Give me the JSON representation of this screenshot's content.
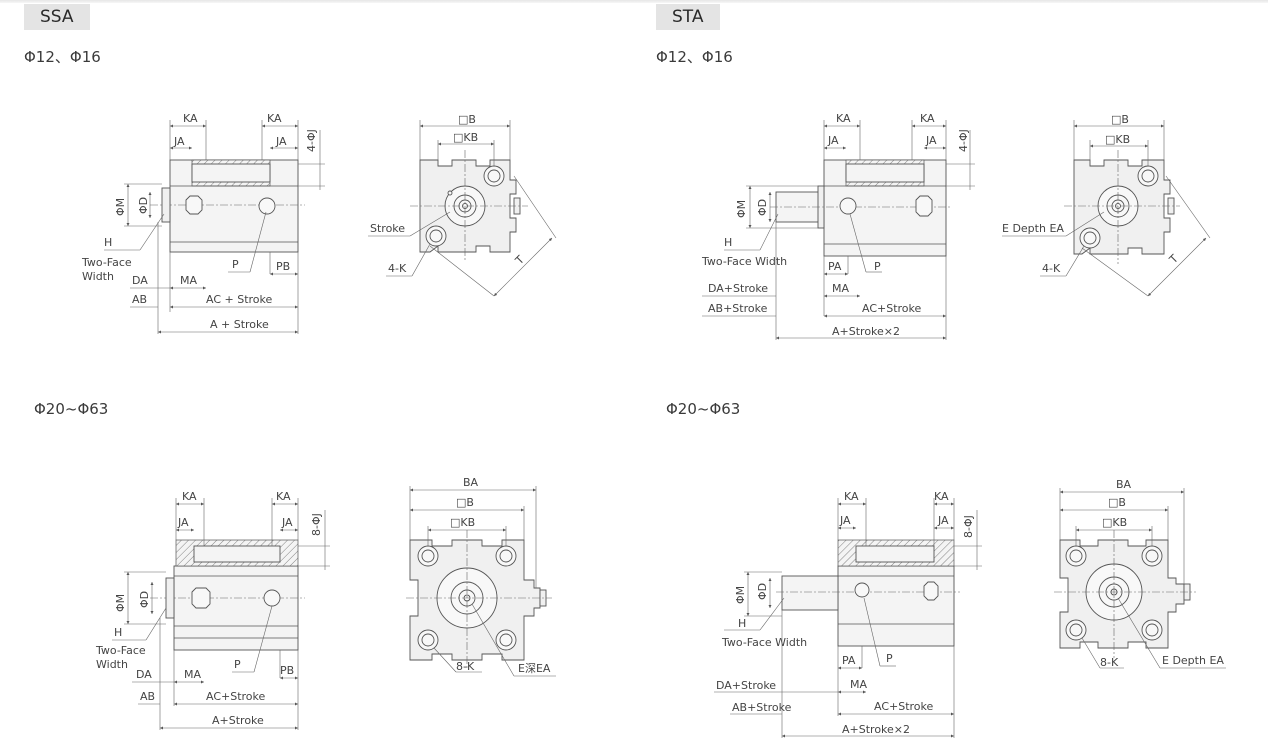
{
  "sections": {
    "ssa": {
      "tag": "SSA",
      "small_title": "Φ12、Φ16",
      "large_title": "Φ20~Φ63"
    },
    "sta": {
      "tag": "STA",
      "small_title": "Φ12、Φ16",
      "large_title": "Φ20~Φ63"
    }
  },
  "labels": {
    "KA": "KA",
    "JA": "JA",
    "J4": "4-ΦJ",
    "J8": "8-ΦJ",
    "M": "ΦM",
    "D": "ΦD",
    "H": "H",
    "two_face": "Two-Face",
    "width": "Width",
    "two_face_width": "Two-Face Width",
    "DA": "DA",
    "AB": "AB",
    "MA": "MA",
    "P": "P",
    "PB": "PB",
    "PA": "PA",
    "AC_stroke_spaced": "AC + Stroke",
    "A_stroke_spaced": "A + Stroke",
    "AC_stroke": "AC+Stroke",
    "A_stroke": "A+Stroke",
    "DA_stroke": "DA+Stroke",
    "AB_stroke": "AB+Stroke",
    "A_stroke_x2": "A+Stroke×2",
    "B": "□B",
    "KB": "□KB",
    "BA": "BA",
    "stroke": "Stroke",
    "K4": "4-K",
    "K8": "8-K",
    "T": "T",
    "E_depth_EA": "E Depth EA",
    "E_depth_EA_cn": "E深EA"
  },
  "colors": {
    "tag_bg": "#e4e4e4",
    "line": "#555555",
    "body_fill": "#f4f4f4"
  }
}
